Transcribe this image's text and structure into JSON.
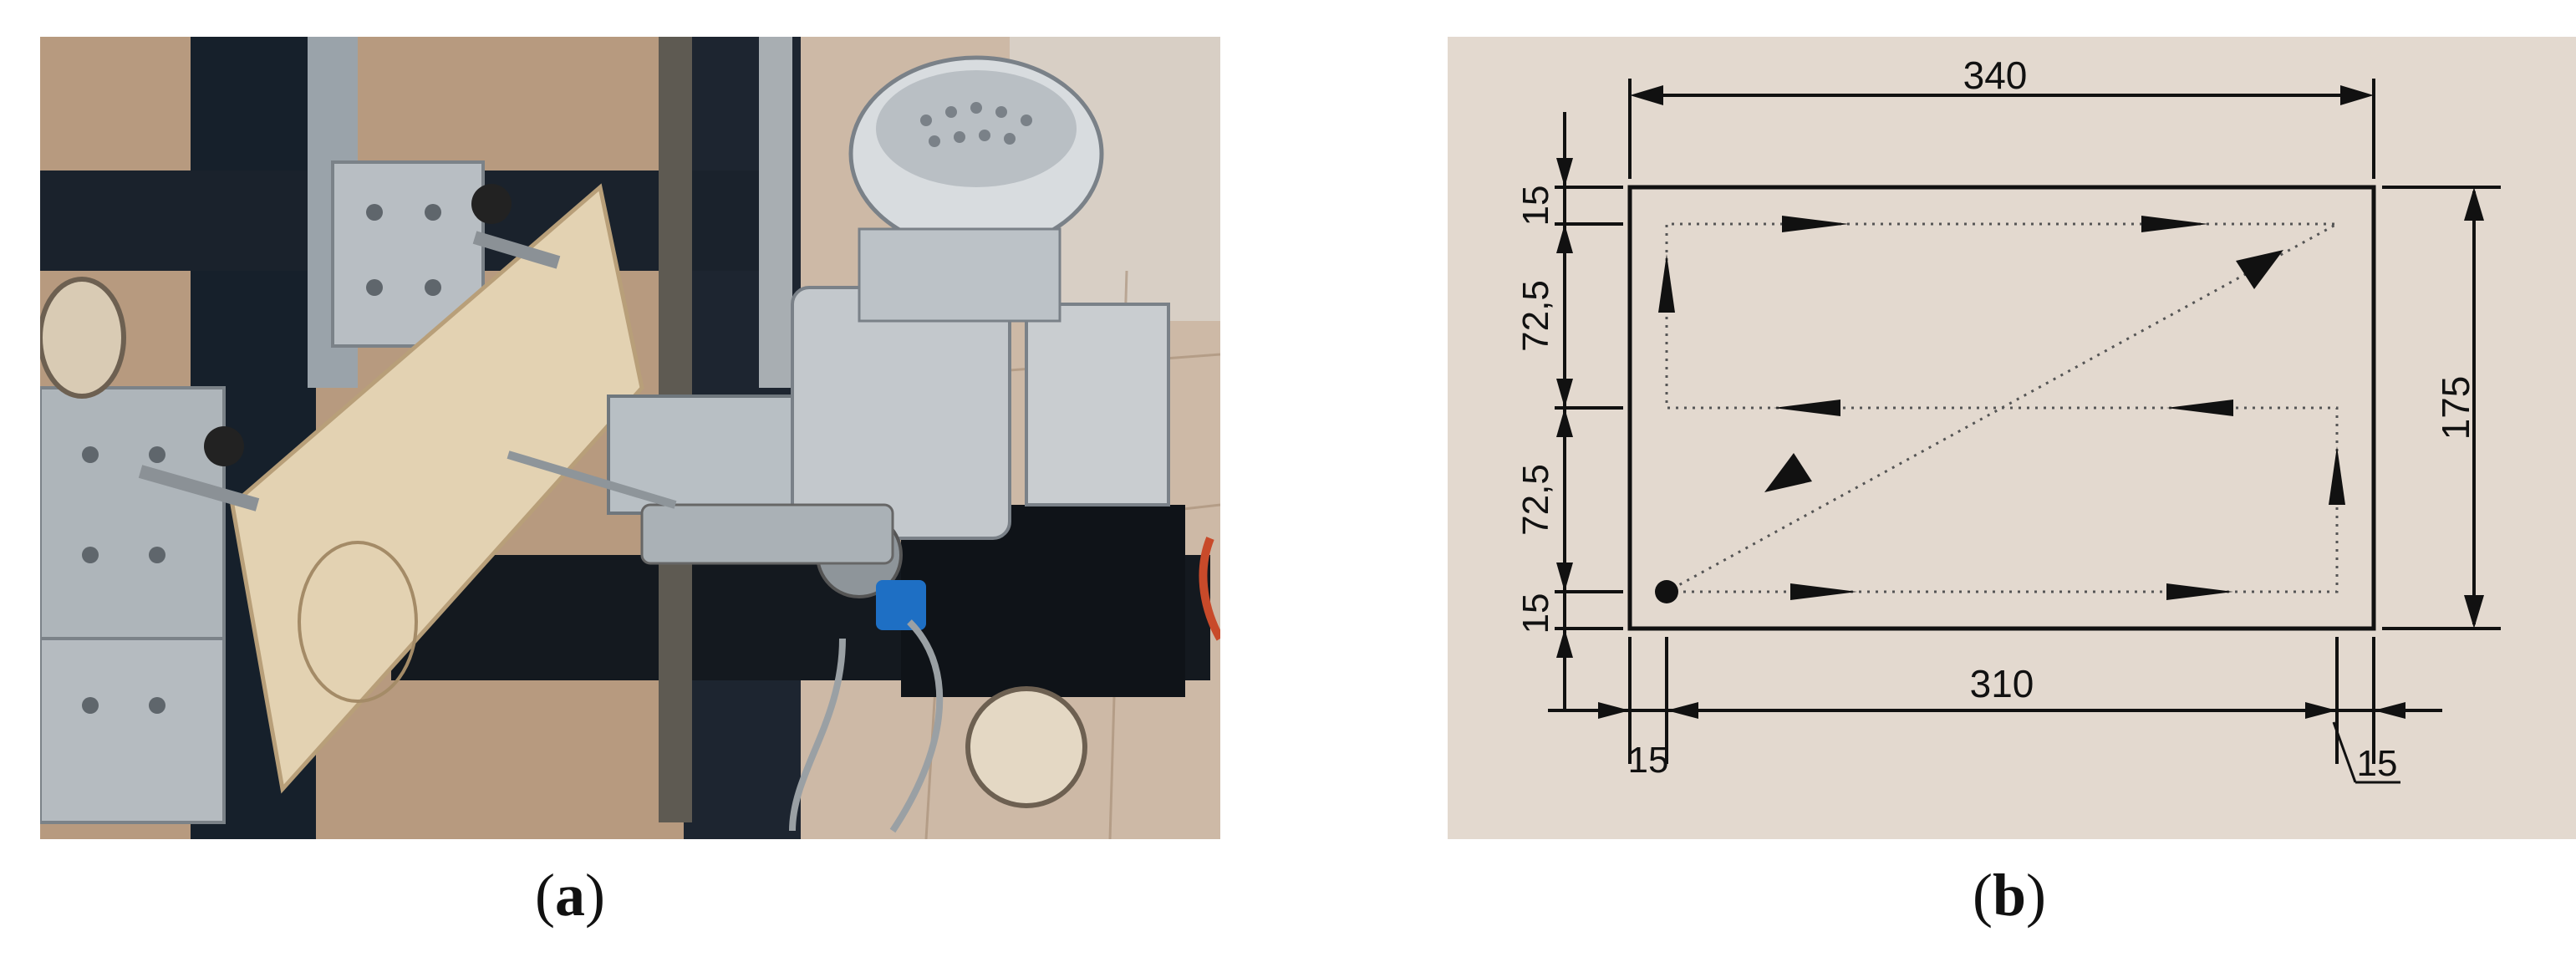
{
  "captions": {
    "a_open": "(",
    "a_letter": "a",
    "a_close": ")",
    "b_open": "(",
    "b_letter": "b",
    "b_close": ")"
  },
  "photo": {
    "description_icon": "machine-photo"
  },
  "drawing": {
    "dim_top": "340",
    "dim_bottom": "310",
    "dim_right": "175",
    "dim_left_top": "15",
    "dim_left_mid1": "72,5",
    "dim_left_mid2": "72,5",
    "dim_left_bottom": "15",
    "dim_bottom_left": "15",
    "dim_bottom_right": "15"
  },
  "colors": {
    "drawing_bg": "#e3d9cf",
    "line": "#111111",
    "path": "#555555"
  }
}
